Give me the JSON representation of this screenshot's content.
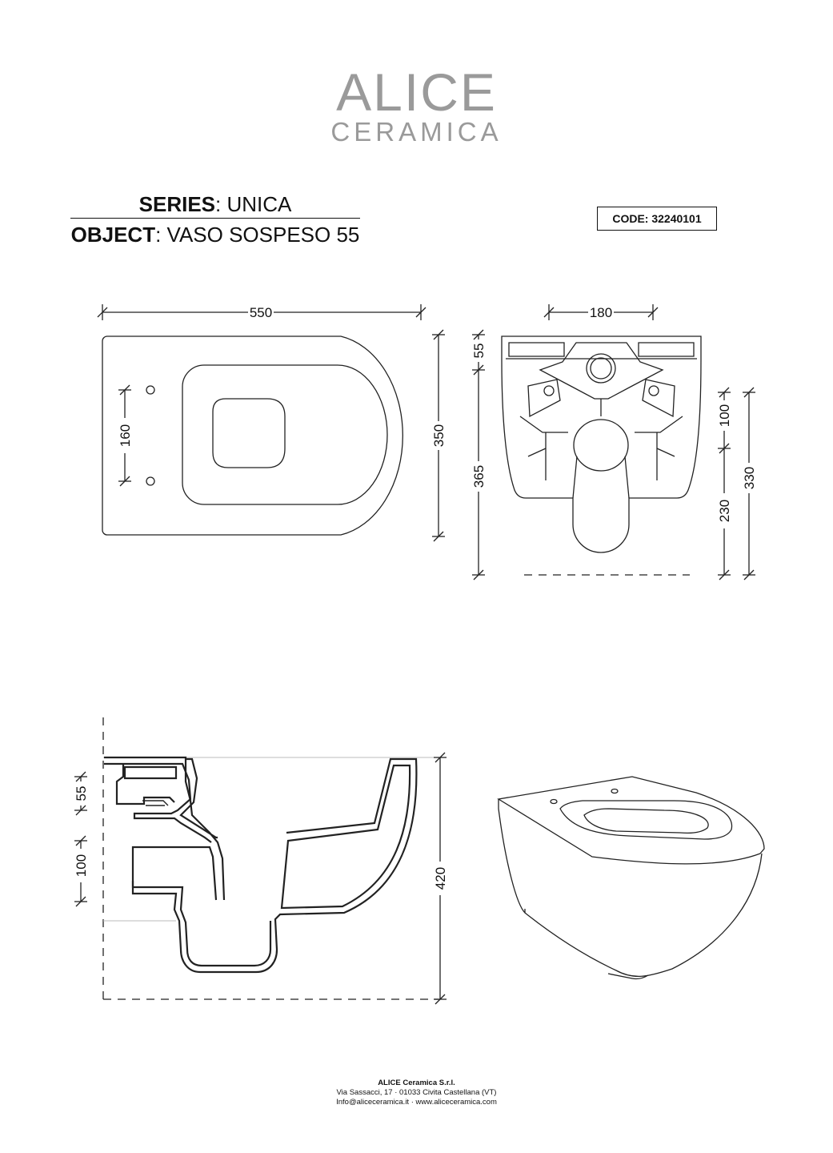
{
  "brand": {
    "line1": "ALICE",
    "line2": "CERAMICA"
  },
  "header": {
    "series_label": "SERIES",
    "series_value": ": UNICA",
    "object_label": "OBJECT",
    "object_value": ": VASO SOSPESO 55",
    "code": "CODE: 32240101"
  },
  "dimensions": {
    "top_width": "550",
    "top_depth": "350",
    "top_holes": "160",
    "rear_width": "180",
    "rear_top": "55",
    "rear_height": "365",
    "rear_outlet": "100",
    "rear_floor": "230",
    "rear_total": "330",
    "side_top": "55",
    "side_outlet": "100",
    "side_height": "420"
  },
  "footer": {
    "company": "ALICE Ceramica S.r.l.",
    "address": "Via Sassacci, 17 · 01033 Civita Castellana (VT)",
    "contacts": "Info@aliceceramica.it · www.aliceceramica.com"
  }
}
